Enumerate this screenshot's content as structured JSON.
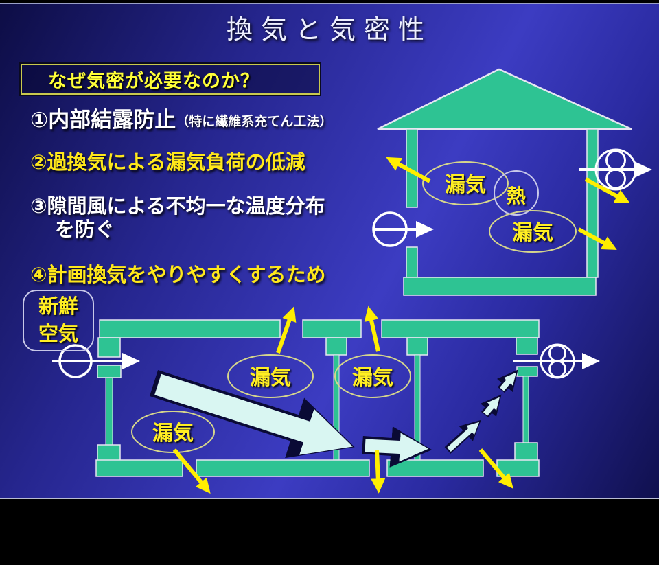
{
  "slide": {
    "title": "換気と気密性",
    "header": "なぜ気密が必要なのか？",
    "points": [
      {
        "text": "①内部結露防止",
        "note": "（特に繊維系充てん工法）"
      },
      {
        "text": "②過換気による漏気負荷の低減"
      },
      {
        "text": "③隙間風による不均一な温度分布",
        "text2": "を防ぐ"
      },
      {
        "text": "④計画換気をやりやすくするため"
      }
    ],
    "labels": {
      "leak": "漏気",
      "heat": "熱",
      "fresh_air_line1": "新鮮",
      "fresh_air_line2": "空気"
    },
    "colors": {
      "background_blue": "#2b2b9c",
      "structure_teal": "#2ec393",
      "leak_arrow_yellow": "#ffee00",
      "airflow_cyan": "#d9f6f2",
      "header_text_yellow": "#ffff38",
      "point_yellow": "#ffe81a",
      "point_white": "#ffffff"
    }
  }
}
